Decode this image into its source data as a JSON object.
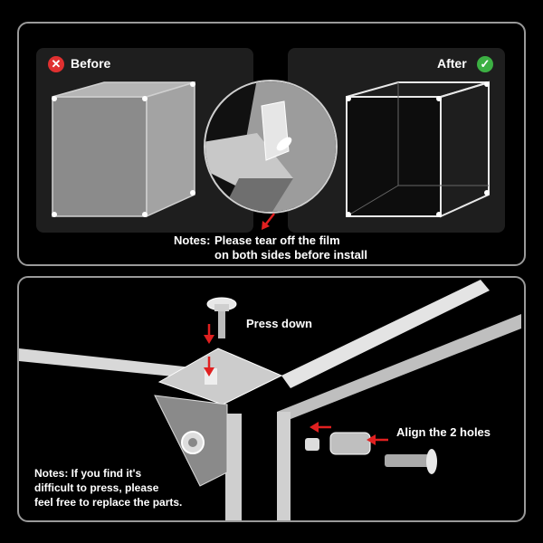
{
  "top": {
    "before_label": "Before",
    "after_label": "After",
    "before_icon": "x-icon",
    "after_icon": "check-icon",
    "notes_prefix": "Notes:",
    "notes_line1": "Please tear off the film",
    "notes_line2": "on both sides before install"
  },
  "bottom": {
    "press_label": "Press down",
    "align_label": "Align the 2 holes",
    "notes_line1": "Notes: If you find it's",
    "notes_line2": "difficult to press, please",
    "notes_line3": "feel free to replace the parts."
  },
  "colors": {
    "background": "#000000",
    "panel_border": "#9a9a9a",
    "arrow_red": "#e02020",
    "before_red": "#e03030",
    "after_green": "#3cb043"
  }
}
